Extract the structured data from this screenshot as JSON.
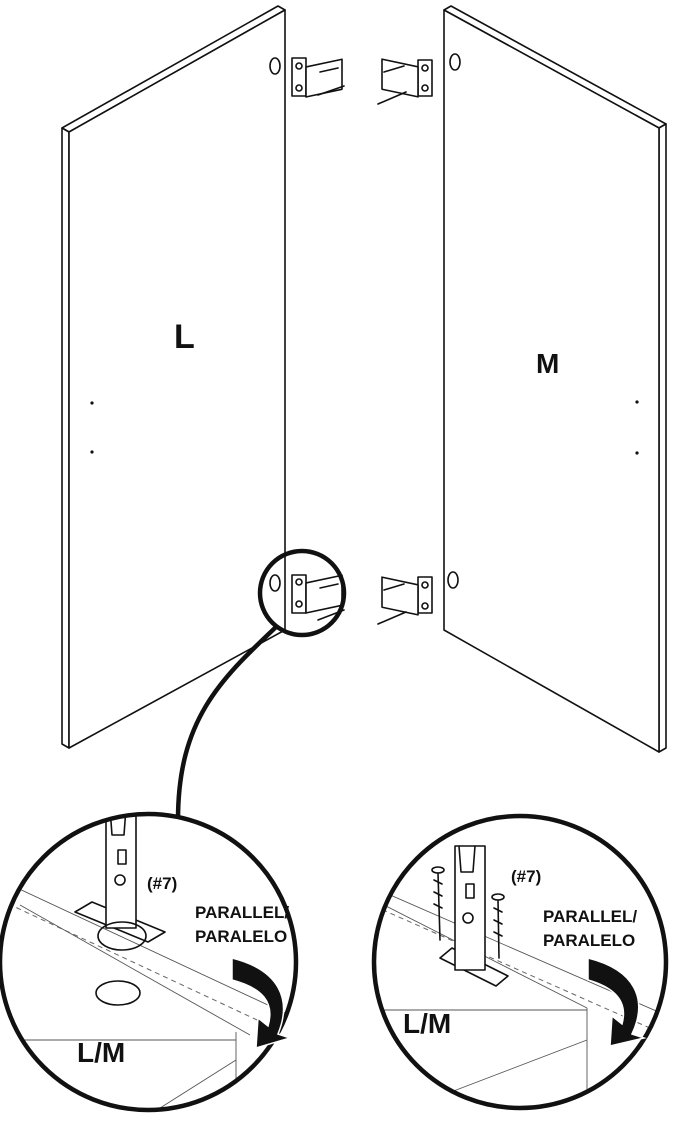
{
  "panels": {
    "left_label": "L",
    "right_label": "M"
  },
  "details": {
    "left": {
      "part_label": "L/M",
      "screw_label": "(#7)",
      "parallel_en": "PARALLEL/",
      "parallel_es": "PARALELO"
    },
    "right": {
      "part_label": "L/M",
      "screw_label": "(#7)",
      "parallel_en": "PARALLEL/",
      "parallel_es": "PARALELO"
    }
  }
}
